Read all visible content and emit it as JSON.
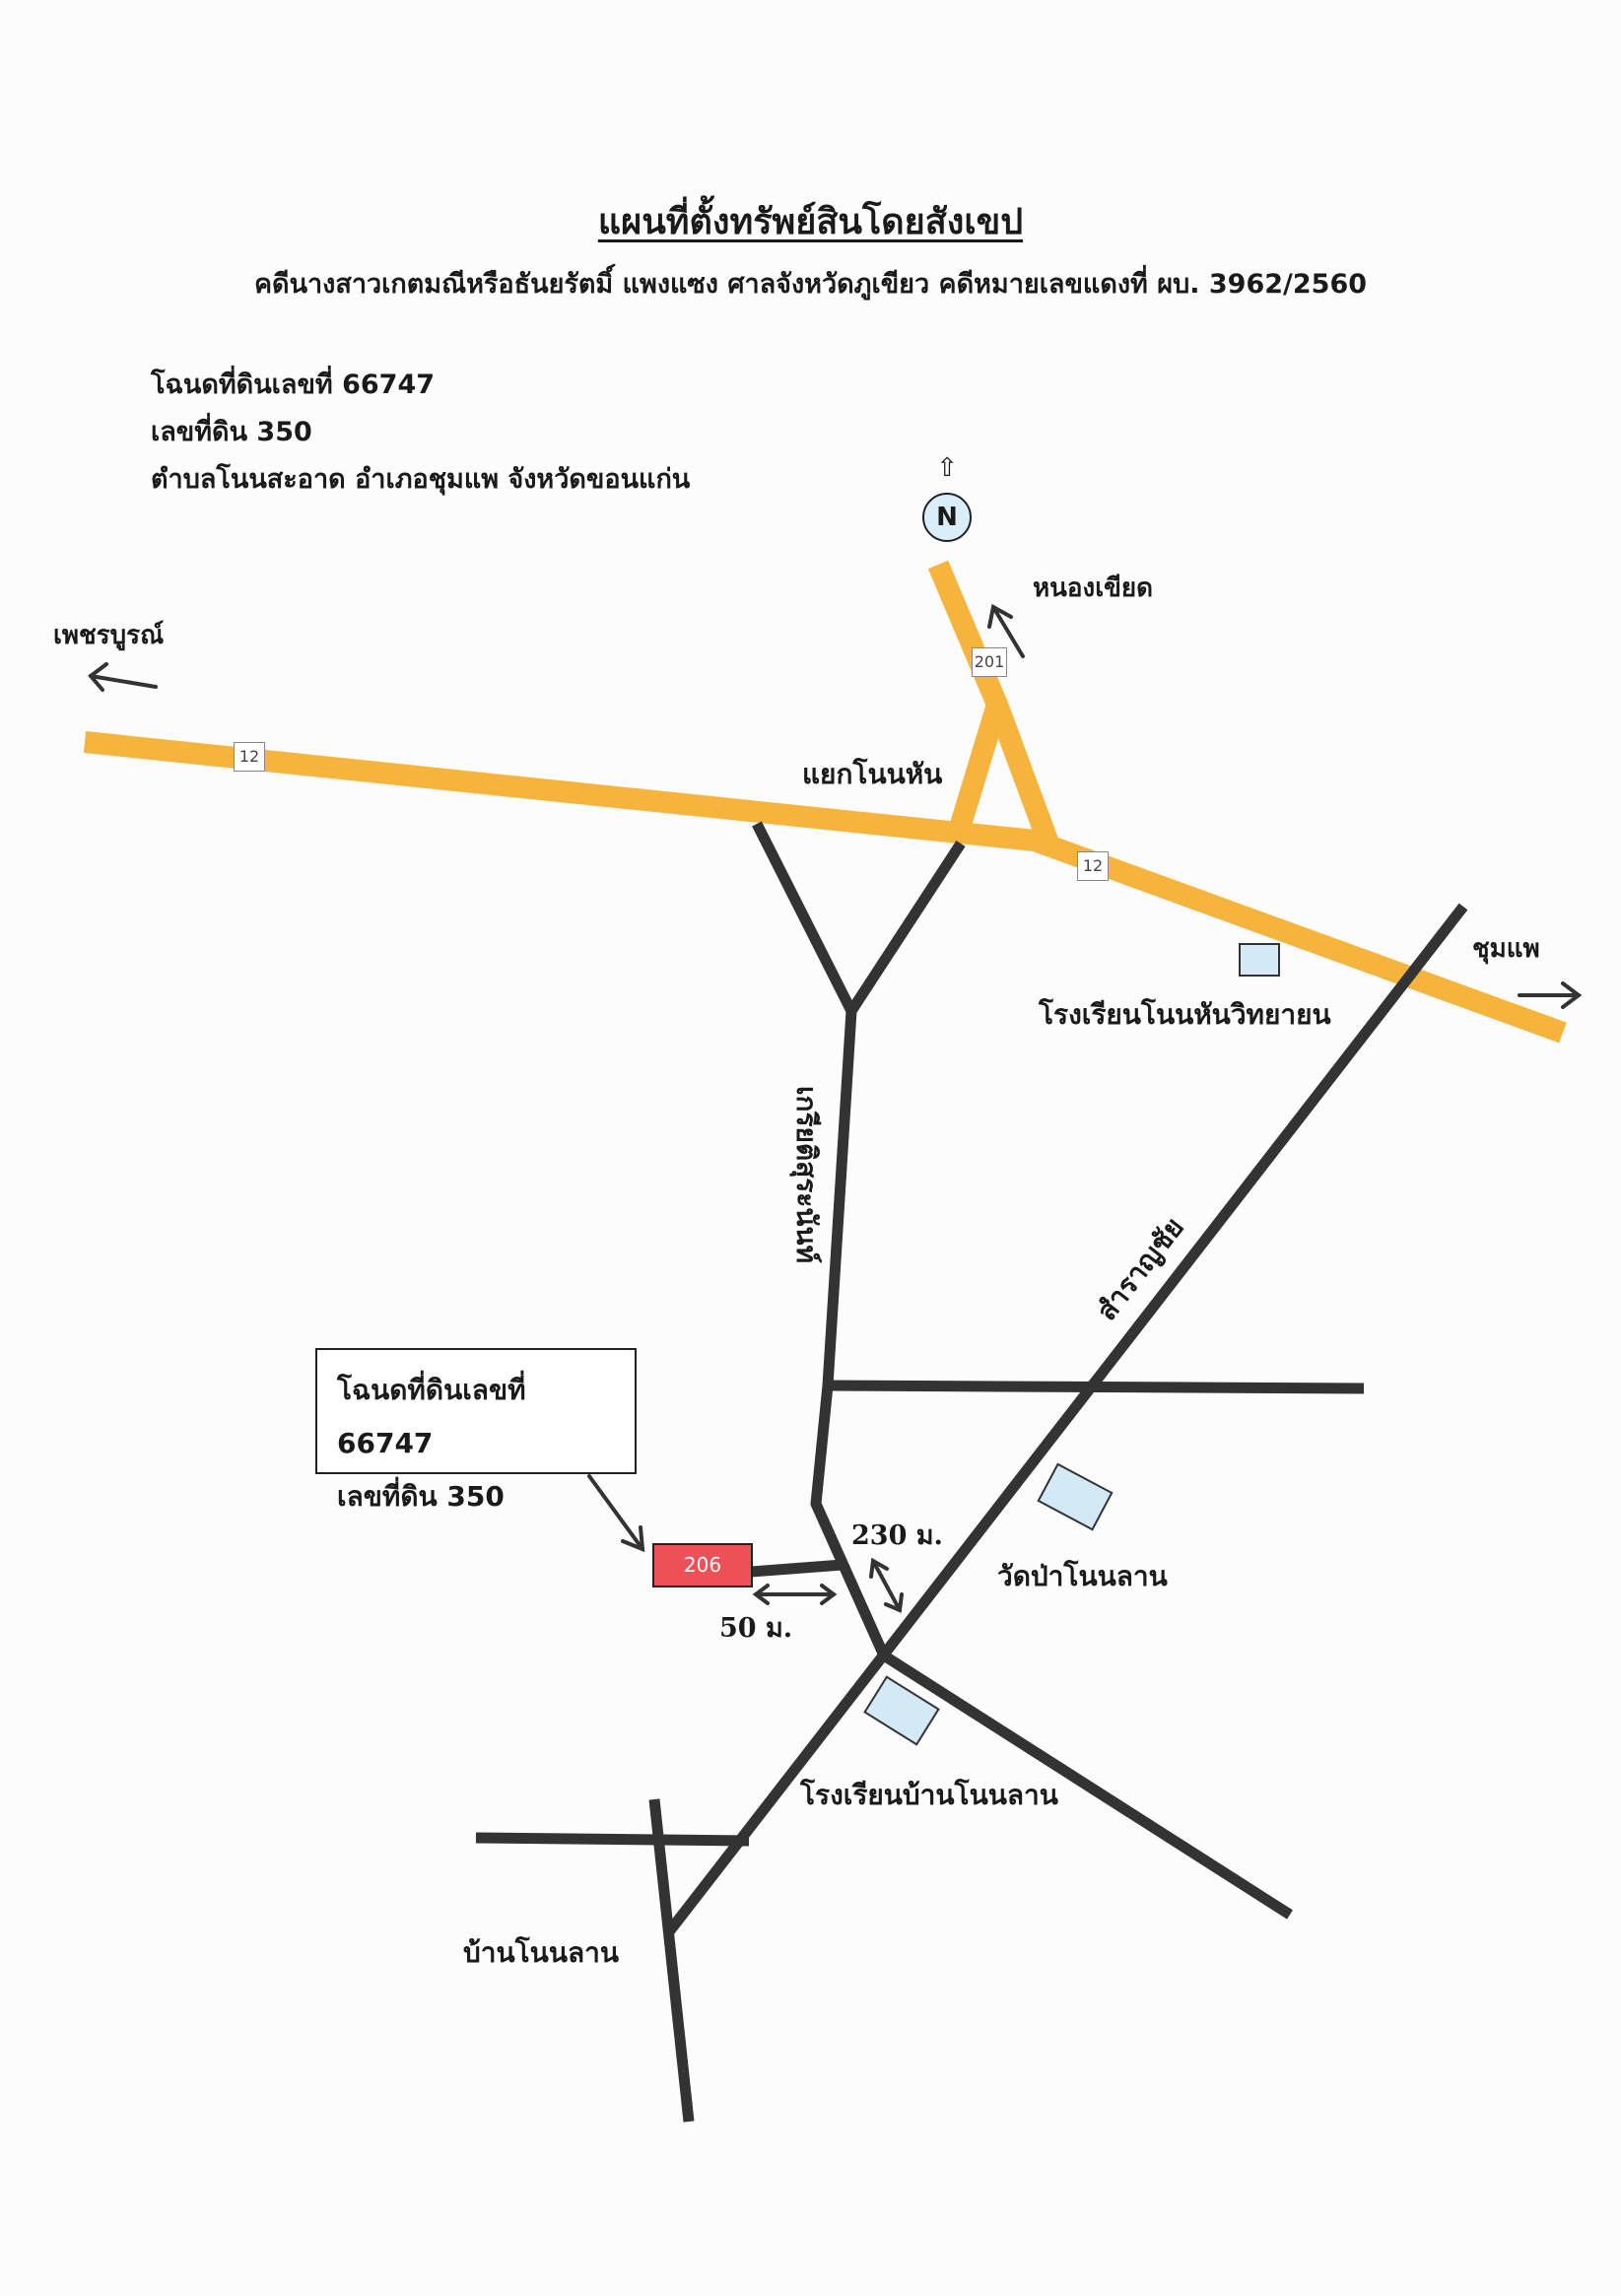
{
  "title": "แผนที่ตั้งทรัพย์สินโดยสังเขป",
  "subtitle": "คดีนางสาวเกตมณีหรือธันยรัตมิ์ แพงแซง ศาลจังหวัดภูเขียว คดีหมายเลขแดงที่  ผบ. 3962/2560",
  "info": {
    "deed": "โฉนดที่ดินเลขที่ 66747",
    "land_no": "เลขที่ดิน  350",
    "location": "ตำบลโนนสะอาด อำเภอชุมแพ จังหวัดขอนแก่น"
  },
  "north": {
    "label": "N",
    "arrow_icon": "up-arrow-icon"
  },
  "places": {
    "phetchabun": "เพชรบูรณ์",
    "nong_khiat": "หนองเขียด",
    "non_han_junction": "แยกโนนหัน",
    "chum_phae": "ชุมแพ",
    "non_han_school": "โรงเรียนโนนหันวิทยายน",
    "kiat_road": "เกรียติสุระนันท์",
    "samran_road": "สำราญชัย",
    "wat_pa": "วัดป่าโนนลาน",
    "ban_school": "โรงเรียนบ้านโนนลาน",
    "ban_non_lan": "บ้านโนนลาน"
  },
  "highway_shields": {
    "h12_west": "12",
    "h201": "201",
    "h12_east": "12"
  },
  "callout": {
    "line1": "โฉนดที่ดินเลขที่ 66747",
    "line2": "เลขที่ดิน  350"
  },
  "plot_label": "206",
  "distances": {
    "d230": "230 ม.",
    "d50": "50 ม."
  },
  "colors": {
    "highway": "#f6b43c",
    "local_road": "#333333",
    "landmark_fill": "#d3eaf6",
    "plot_fill": "#ef4f57",
    "north_fill": "#d9eef8"
  }
}
